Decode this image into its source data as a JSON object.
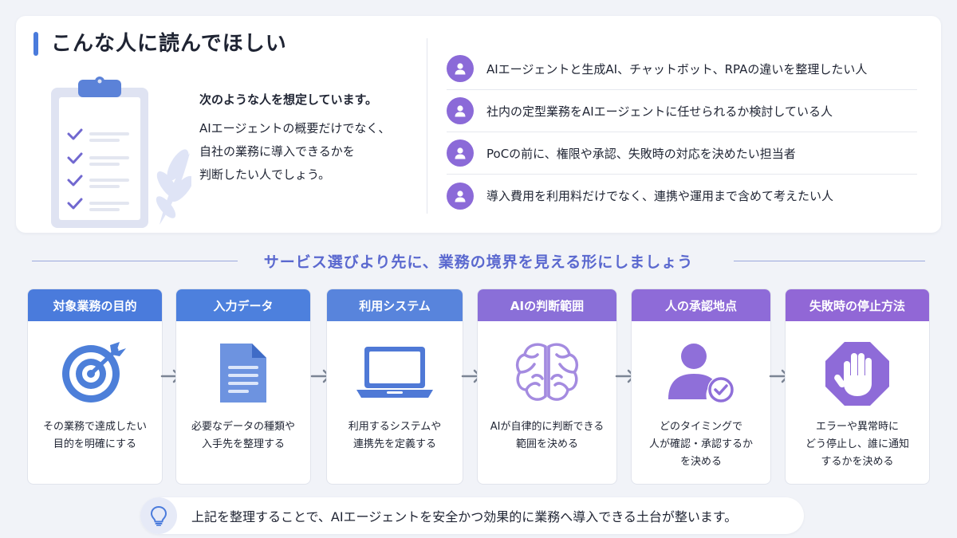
{
  "header": {
    "title": "こんな人に読んでほしい",
    "accent_color": "#4a7bdc"
  },
  "intro": {
    "heading": "次のような人を想定しています。",
    "lines": [
      "AIエージェントの概要だけでなく、",
      "自社の業務に導入できるかを",
      "判断したい人でしょう。"
    ],
    "illustration": "clipboard-checklist-icon"
  },
  "personas": {
    "icon": "user-icon",
    "icon_color": "#8b6ad8",
    "items": [
      "AIエージェントと生成AI、チャットボット、RPAの違いを整理したい人",
      "社内の定型業務をAIエージェントに任せられるか検討している人",
      "PoCの前に、権限や承認、失敗時の対応を決めたい担当者",
      "導入費用を利用料だけでなく、連携や運用まで含めて考えたい人"
    ]
  },
  "section": {
    "title": "サービス選びより先に、業務の境界を見える形にしましょう",
    "color": "#5a68cf"
  },
  "steps": [
    {
      "label": "対象業務の目的",
      "icon": "target-icon",
      "color": "#4a7bdc",
      "desc": [
        "その業務で達成したい",
        "目的を明確にする"
      ]
    },
    {
      "label": "入力データ",
      "icon": "document-icon",
      "color": "#4d80dd",
      "desc": [
        "必要なデータの種類や",
        "入手先を整理する"
      ]
    },
    {
      "label": "利用システム",
      "icon": "laptop-icon",
      "color": "#5884dc",
      "desc": [
        "利用するシステムや",
        "連携先を定義する"
      ]
    },
    {
      "label": "AIの判断範囲",
      "icon": "brain-icon",
      "color": "#8a6fd8",
      "desc": [
        "AIが自律的に判断できる",
        "範囲を決める"
      ]
    },
    {
      "label": "人の承認地点",
      "icon": "user-check-icon",
      "color": "#8e6bd8",
      "desc": [
        "どのタイミングで",
        "人が確認・承認するか",
        "を決める"
      ]
    },
    {
      "label": "失敗時の停止方法",
      "icon": "stop-hand-icon",
      "color": "#9167d6",
      "desc": [
        "エラーや異常時に",
        "どう停止し、誰に通知",
        "するかを決める"
      ]
    }
  ],
  "tip": {
    "icon": "lightbulb-icon",
    "text": "上記を整理することで、AIエージェントを安全かつ効果的に業務へ導入できる土台が整います。"
  }
}
